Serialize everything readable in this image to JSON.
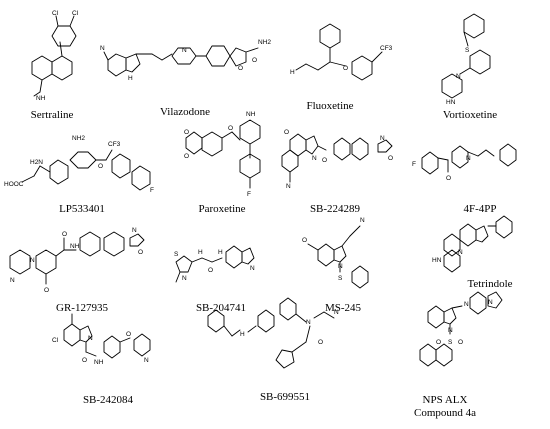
{
  "compounds": [
    {
      "name": "Sertraline"
    },
    {
      "name": "Vilazodone"
    },
    {
      "name": "Fluoxetine"
    },
    {
      "name": "Vortioxetine"
    },
    {
      "name": "LP533401"
    },
    {
      "name": "Paroxetine"
    },
    {
      "name": "SB-224289"
    },
    {
      "name": "4F-4PP"
    },
    {
      "name": "GR-127935"
    },
    {
      "name": "SB-204741"
    },
    {
      "name": "MS-245"
    },
    {
      "name": "Tetrindole"
    },
    {
      "name": "SB-242084"
    },
    {
      "name": "SB-699551"
    },
    {
      "name": "NPS ALX",
      "line2": "Compound 4a"
    }
  ],
  "atom_labels": {
    "cl": "Cl",
    "n": "N",
    "h": "H",
    "nh": "NH",
    "hn": "HN",
    "o": "O",
    "s": "S",
    "f": "F",
    "nh2": "NH2",
    "h2n": "H2N",
    "cf3": "CF3",
    "hooc": "HOOC",
    "nh2_amine": "NH2",
    "h_n": "H",
    "so2_o": "O"
  }
}
